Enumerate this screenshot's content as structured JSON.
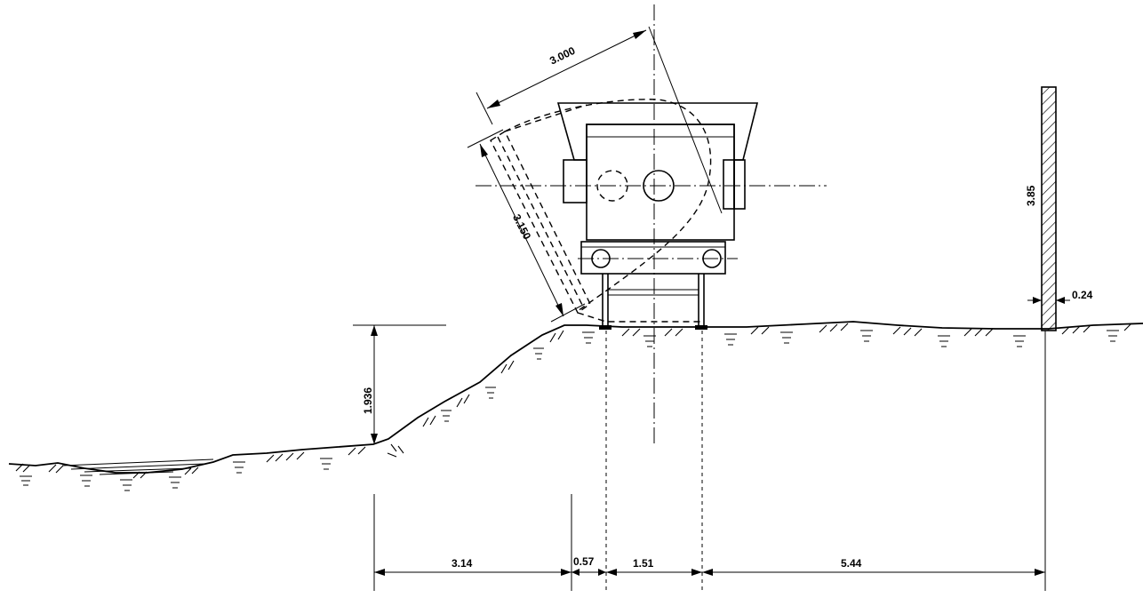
{
  "dimensions": {
    "boom_length": "3.000",
    "bucket_depth": "3.150",
    "embankment_height": "1.936",
    "pole_height": "3.85",
    "pole_width": "0.24",
    "span_1": "3.14",
    "span_2": "0.57",
    "span_3": "1.51",
    "span_4": "5.44"
  },
  "colors": {
    "ink": "#000000",
    "paper": "#ffffff"
  }
}
